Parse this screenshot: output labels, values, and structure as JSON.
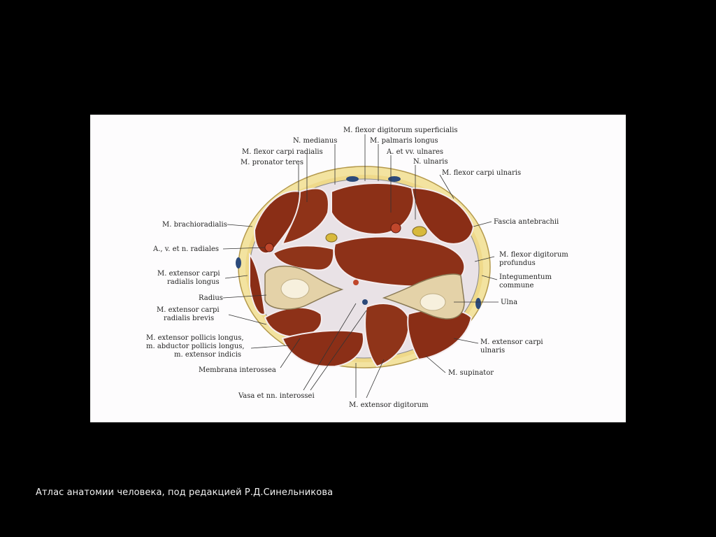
{
  "caption": "Атлас анатомии человека, под редакцией Р.Д.Синельникова",
  "labels": {
    "fds": "M. flexor digitorum superficialis",
    "medianus": "N. medianus",
    "palmaris": "M. palmaris longus",
    "fcr": "M. flexor carpi radialis",
    "ulnares": "A. et vv. ulnares",
    "pronator": "M. pronator teres",
    "nulnaris": "N. ulnaris",
    "fcu": "M. flexor carpi ulnaris",
    "brachio": "M. brachioradialis",
    "fascia": "Fascia antebrachii",
    "radiales": "A., v. et n. radiales",
    "fdp1": "M. flexor digitorum",
    "fdp2": "profundus",
    "ecrl1": "M. extensor carpi",
    "ecrl2": "radialis longus",
    "integ1": "Integumentum",
    "integ2": "commune",
    "radius": "Radius",
    "ulna": "Ulna",
    "ecrb1": "M. extensor carpi",
    "ecrb2": "radialis brevis",
    "epl1": "M. extensor pollicis longus,",
    "epl2": "m. abductor pollicis longus,",
    "epl3": "m. extensor indicis",
    "ecu1": "M. extensor carpi",
    "ecu2": "ulnaris",
    "membrana": "Membrana interossea",
    "supinator": "M. supinator",
    "vasa": "Vasa et nn. interossei",
    "ed": "M. extensor digitorum"
  }
}
